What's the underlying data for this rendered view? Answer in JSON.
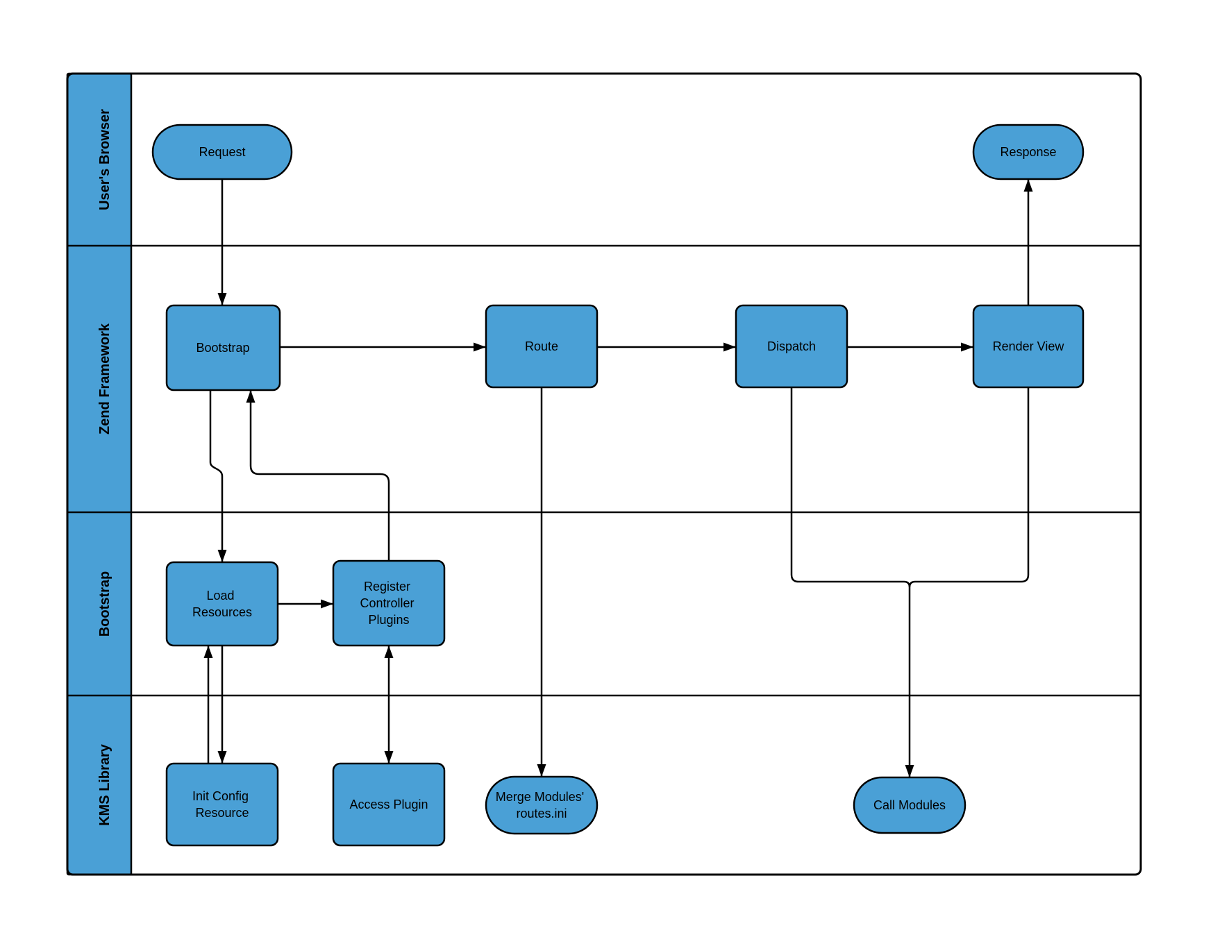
{
  "diagram": {
    "type": "swimlane-flowchart",
    "colors": {
      "node_fill": "#4AA0D6",
      "node_stroke": "#000000",
      "lane_header_fill": "#4AA0D6",
      "edge_color": "#000000",
      "text_color": "#000000",
      "background": "#FFFFFF"
    },
    "lanes": [
      {
        "label": "User's Browser"
      },
      {
        "label": "Zend Framework"
      },
      {
        "label": "Bootstrap"
      },
      {
        "label": "KMS Library"
      }
    ],
    "nodes": {
      "request": {
        "label": "Request",
        "lines": [
          "Request"
        ],
        "shape": "terminator",
        "lane": "User's Browser"
      },
      "response": {
        "label": "Response",
        "lines": [
          "Response"
        ],
        "shape": "terminator",
        "lane": "User's Browser"
      },
      "bootstrap": {
        "label": "Bootstrap",
        "lines": [
          "Bootstrap"
        ],
        "shape": "process",
        "lane": "Zend Framework"
      },
      "route": {
        "label": "Route",
        "lines": [
          "Route"
        ],
        "shape": "process",
        "lane": "Zend Framework"
      },
      "dispatch": {
        "label": "Dispatch",
        "lines": [
          "Dispatch"
        ],
        "shape": "process",
        "lane": "Zend Framework"
      },
      "render_view": {
        "label": "Render View",
        "lines": [
          "Render View"
        ],
        "shape": "process",
        "lane": "Zend Framework"
      },
      "load_resources": {
        "label": "Load Resources",
        "lines": [
          "Load",
          "Resources"
        ],
        "shape": "process",
        "lane": "Bootstrap"
      },
      "register_controller_plugins": {
        "label": "Register Controller Plugins",
        "lines": [
          "Register",
          "Controller",
          "Plugins"
        ],
        "shape": "process",
        "lane": "Bootstrap"
      },
      "init_config_resource": {
        "label": "Init Config Resource",
        "lines": [
          "Init Config",
          "Resource"
        ],
        "shape": "process",
        "lane": "KMS Library"
      },
      "access_plugin": {
        "label": "Access Plugin",
        "lines": [
          "Access Plugin"
        ],
        "shape": "process",
        "lane": "KMS Library"
      },
      "merge_modules_routes_ini": {
        "label": "Merge Modules' routes.ini",
        "lines": [
          "Merge Modules'",
          "routes.ini"
        ],
        "shape": "terminator",
        "lane": "KMS Library"
      },
      "call_modules": {
        "label": "Call Modules",
        "lines": [
          "Call Modules"
        ],
        "shape": "terminator",
        "lane": "KMS Library"
      }
    },
    "edges": [
      {
        "from": "Request",
        "to": "Bootstrap",
        "arrow": "end"
      },
      {
        "from": "Bootstrap",
        "to": "Route",
        "arrow": "end"
      },
      {
        "from": "Route",
        "to": "Dispatch",
        "arrow": "end"
      },
      {
        "from": "Dispatch",
        "to": "Render View",
        "arrow": "end"
      },
      {
        "from": "Render View",
        "to": "Response",
        "arrow": "end"
      },
      {
        "from": "Bootstrap",
        "to": "Load Resources",
        "arrow": "end"
      },
      {
        "from": "Register Controller Plugins",
        "to": "Bootstrap",
        "arrow": "end"
      },
      {
        "from": "Load Resources",
        "to": "Register Controller Plugins",
        "arrow": "end"
      },
      {
        "from": "Load Resources",
        "to": "Init Config Resource",
        "arrow": "end"
      },
      {
        "from": "Init Config Resource",
        "to": "Load Resources",
        "arrow": "end"
      },
      {
        "from": "Register Controller Plugins",
        "to": "Access Plugin",
        "arrow": "both"
      },
      {
        "from": "Route",
        "to": "Merge Modules' routes.ini",
        "arrow": "end"
      },
      {
        "from": "Dispatch",
        "to": "Call Modules",
        "arrow": "end"
      },
      {
        "from": "Render View",
        "to": "Call Modules",
        "arrow": "none"
      }
    ]
  }
}
